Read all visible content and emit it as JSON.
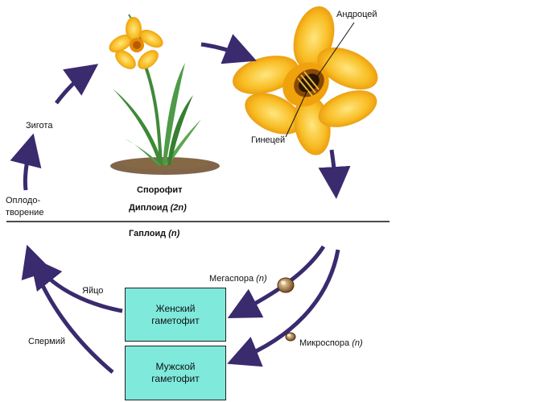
{
  "labels": {
    "androecium": "Андроцей",
    "gynoecium": "Гинецей",
    "zygote": "Зигота",
    "fertilization_1": "Оплодо-",
    "fertilization_2": "творение",
    "sporophyte": "Спорофит",
    "diploid_text": "Диплоид",
    "diploid_n": "(2n)",
    "haploid_text": "Гаплоид",
    "haploid_n": "(n)",
    "megaspore_text": "Мегаспора",
    "megaspore_n": "(n)",
    "microspore_text": "Микроспора",
    "microspore_n": "(n)",
    "egg": "Яйцо",
    "sperm": "Спермий"
  },
  "boxes": {
    "female_line1": "Женский",
    "female_line2": "гаметофит",
    "male_line1": "Мужской",
    "male_line2": "гаметофит"
  },
  "colors": {
    "arrow": "#3a2a6e",
    "box_fill": "#7fe9dc",
    "petal": "#f7b21a",
    "petal_light": "#ffd95a",
    "stem": "#3f8a3a",
    "soil": "#6b4a2b"
  }
}
